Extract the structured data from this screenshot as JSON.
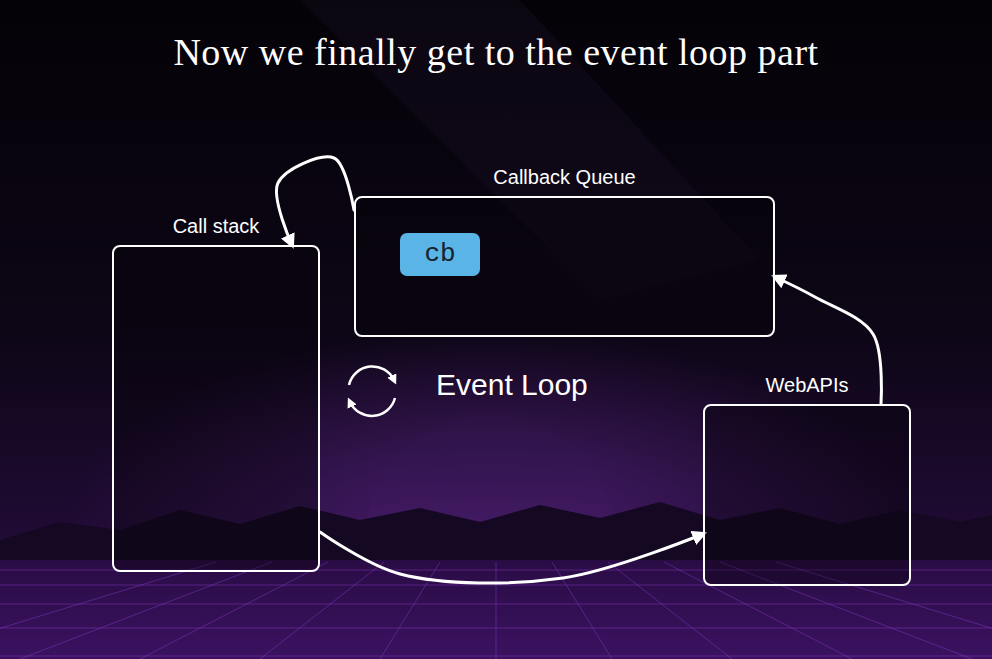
{
  "diagram": {
    "title": "Now we finally get to the event loop part",
    "nodes": [
      {
        "text": [
          "Callback Queue"
        ]
      },
      {
        "text": [
          "cb"
        ],
        "in": 0
      },
      {
        "text": [
          "Call stack"
        ]
      },
      {
        "text": [
          "WebAPIs"
        ]
      }
    ],
    "edges": [
      {
        "from": 0,
        "to": 2,
        "arrow": "to"
      },
      {
        "from": 3,
        "to": 0,
        "arrow": "to"
      },
      {
        "from": 2,
        "to": 3,
        "arrow": "to"
      }
    ],
    "labels": [
      "Event Loop"
    ]
  }
}
